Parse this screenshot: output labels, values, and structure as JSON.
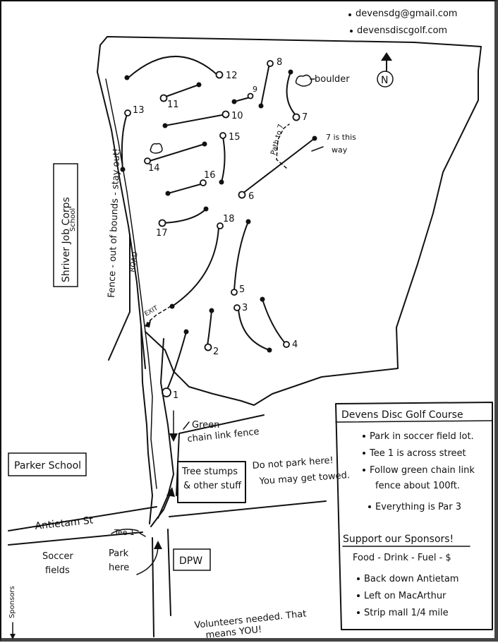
{
  "contact": {
    "email": "devensdg@gmail.com",
    "website": "devensdiscgolf.com"
  },
  "map_labels": {
    "north": "N",
    "boulder": "boulder",
    "hole7_note_a": "7 is this",
    "hole7_note_b": "way",
    "path_to_7": "Path to 7",
    "exit": "EXIT",
    "road": "ROAD",
    "fence_note": "Fence - out of bounds - stay out!",
    "school_name": "Shriver Job Corps",
    "school_sub": "School",
    "parker_school": "Parker School",
    "antietam_st": "Antietam St",
    "soccer_a": "Soccer",
    "soccer_b": "fields",
    "tee1_tag": "Tee 1",
    "park_a": "Park",
    "park_b": "here",
    "dpw": "DPW",
    "stumps_a": "Tree stumps",
    "stumps_b": "& other stuff",
    "no_park_a": "Do not park here!",
    "no_park_b": "You may get towed.",
    "green_fence_a": "Green",
    "green_fence_b": "chain link fence",
    "volunteers_a": "Volunteers needed. That",
    "volunteers_b": "means YOU!",
    "sponsors_arrow": "Sponsors"
  },
  "holes": [
    {
      "n": "1"
    },
    {
      "n": "2"
    },
    {
      "n": "3"
    },
    {
      "n": "4"
    },
    {
      "n": "5"
    },
    {
      "n": "6"
    },
    {
      "n": "7"
    },
    {
      "n": "8"
    },
    {
      "n": "9"
    },
    {
      "n": "10"
    },
    {
      "n": "11"
    },
    {
      "n": "12"
    },
    {
      "n": "13"
    },
    {
      "n": "14"
    },
    {
      "n": "15"
    },
    {
      "n": "16"
    },
    {
      "n": "17"
    },
    {
      "n": "18"
    }
  ],
  "info": {
    "title": "Devens Disc Golf Course",
    "bullets": [
      "Park in soccer field lot.",
      "Tee 1 is across street",
      "Follow green chain link",
      "fence about 100ft.",
      "Everything is Par 3"
    ],
    "sponsors_title": "Support our Sponsors!",
    "sponsors_sub": "Food - Drink - Fuel - $",
    "directions": [
      "Back down Antietam",
      "Left on MacArthur",
      "Strip mall 1/4 mile"
    ]
  }
}
